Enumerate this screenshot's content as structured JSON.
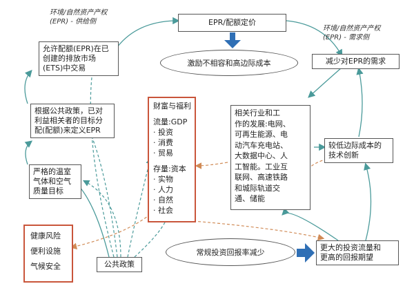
{
  "supply_side_title": [
    "环境/自然资产产权",
    "(EPR) - 供给侧"
  ],
  "demand_side_title": [
    "环境/自然资产产权",
    "(EPR) - 需求侧"
  ],
  "epr_pricing": "EPR/配额定价",
  "incentive": "激励不相容和高边际成本",
  "reduce_demand": "减少对EPR的需求",
  "ets_box": [
    "允许配额(EPR)在已",
    "创建的排放市场",
    "(ETS)中交易"
  ],
  "policy_box": [
    "根据公共政策，已对",
    "利益相关者的目标分",
    "配(配额)来定义EPR"
  ],
  "ghg_box": [
    "严格的温室",
    "气体和空气",
    "质量目标"
  ],
  "risks_box": [
    "健康风险",
    "便利设施",
    "气候安全"
  ],
  "public_policy": "公共政策",
  "wealth": {
    "title": "财富与福利",
    "flow_title": "流量:GDP",
    "flow_items": [
      "· 投资",
      "· 消费",
      "· 贸易"
    ],
    "stock_title": "存量:资本",
    "stock_items": [
      "· 实物",
      "· 人力",
      "· 自然",
      "· 社会"
    ]
  },
  "industry_box": [
    "相关行业和工",
    "作的发展:电网、",
    "可再生能源、电",
    "动汽车充电站、",
    "大数据中心、人",
    "工智能。工业互",
    "联网、高速铁路",
    "和城际轨道交",
    "通、储能"
  ],
  "innovation_box": [
    "较低边际成本的",
    "技术创新"
  ],
  "returns_reduce": "常规投资回报率减少",
  "bigger_investment": [
    "更大的投资流量和",
    "更高的回报期望"
  ],
  "colors": {
    "accent_red": "#c9553a",
    "teal": "#4a9a9a",
    "orange_dash": "#d08a55",
    "blue_arrow": "#2f6fb5"
  }
}
